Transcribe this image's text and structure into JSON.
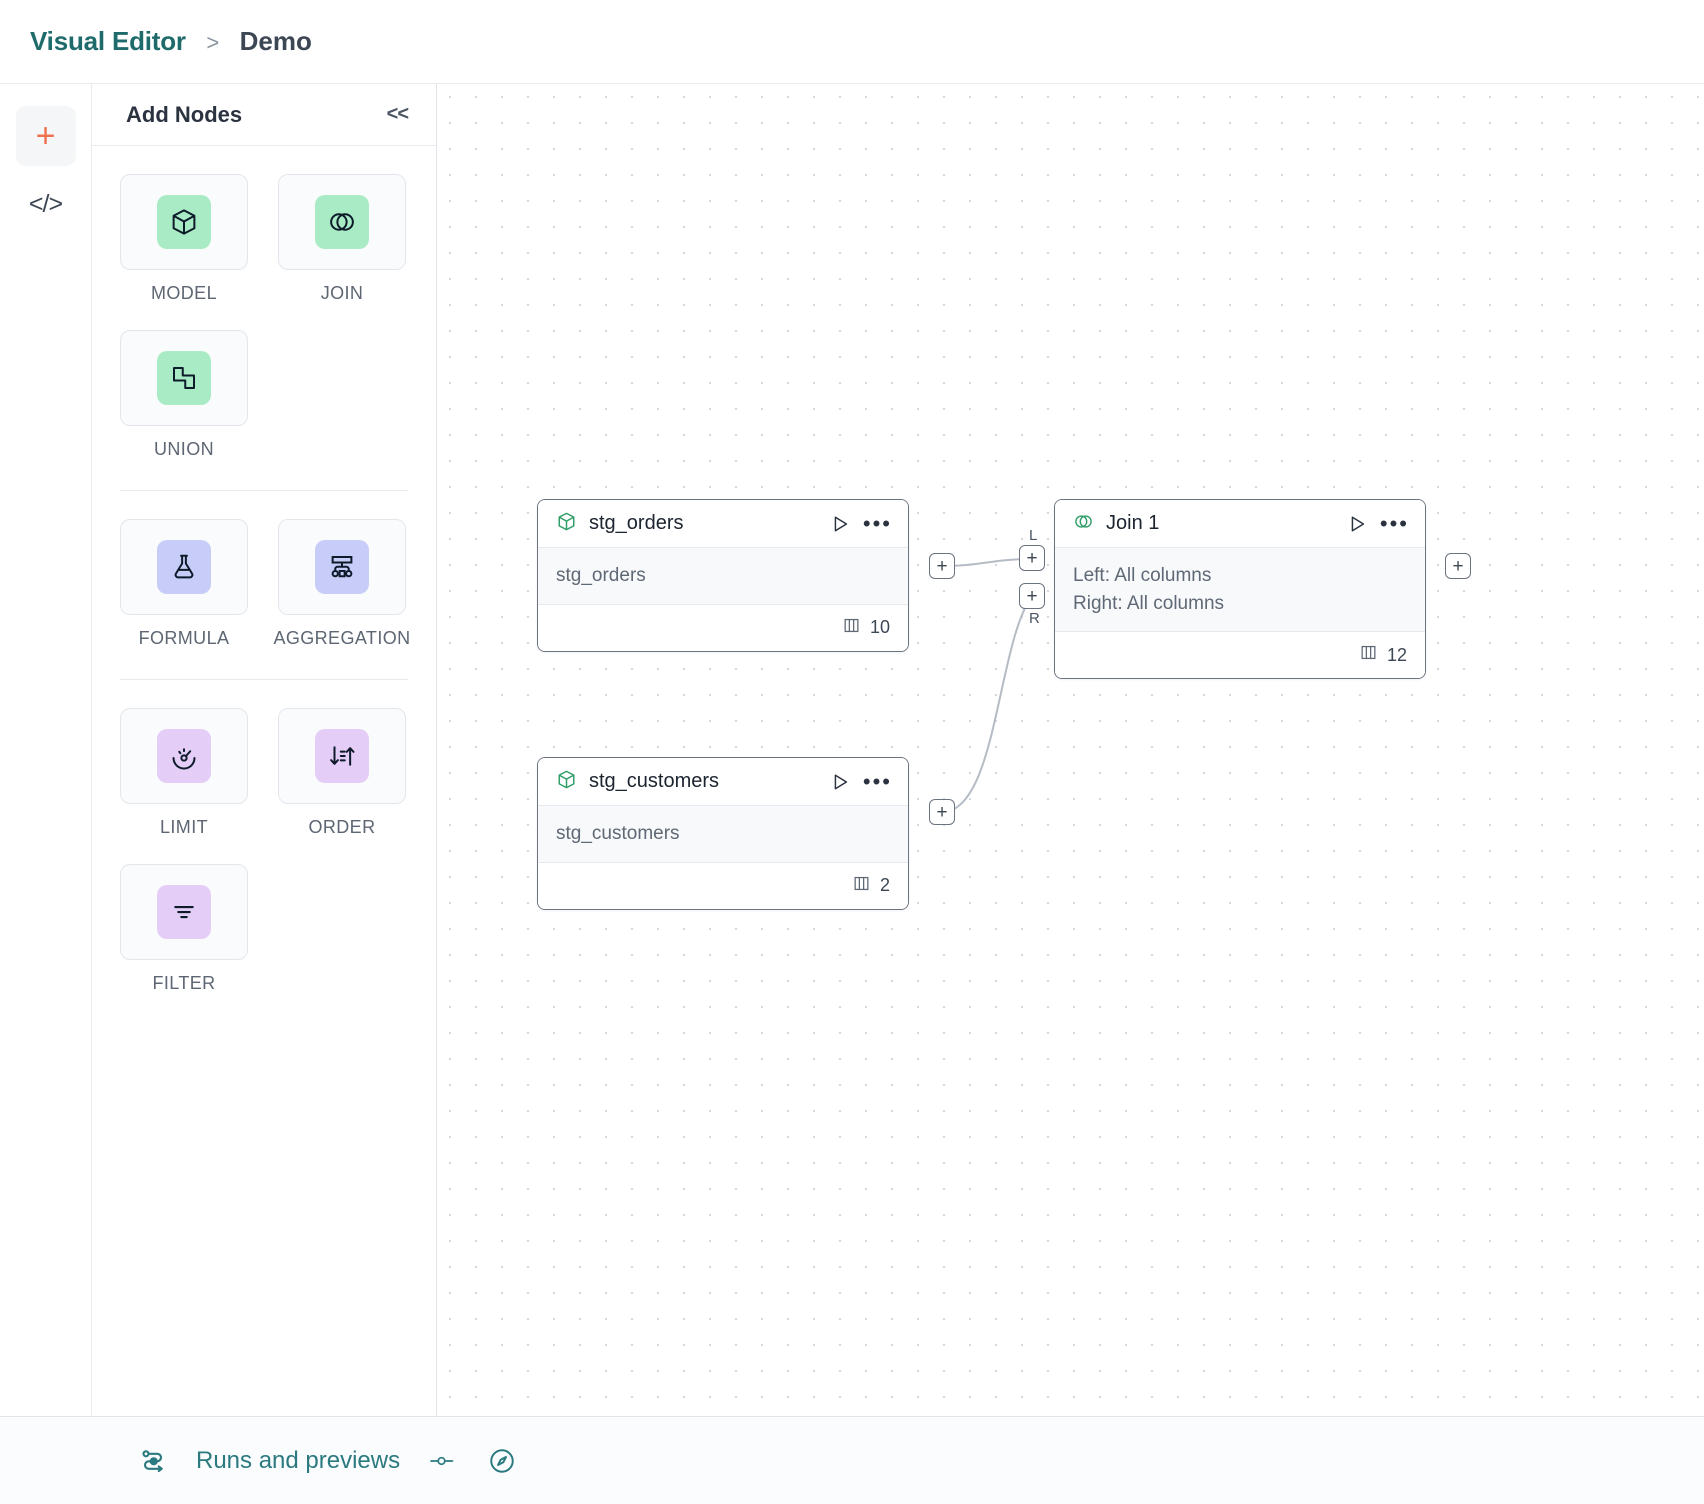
{
  "header": {
    "breadcrumb_root": "Visual Editor",
    "breadcrumb_sep": ">",
    "breadcrumb_leaf": "Demo",
    "accent_color": "#1f6b6b"
  },
  "rail": {
    "add_label": "+",
    "code_label": "</>"
  },
  "palette": {
    "title": "Add Nodes",
    "collapse_label": "<<",
    "groups": [
      {
        "items": [
          {
            "label": "MODEL",
            "icon": "cube-icon",
            "theme": "green"
          },
          {
            "label": "JOIN",
            "icon": "venn-icon",
            "theme": "green"
          },
          {
            "label": "UNION",
            "icon": "union-icon",
            "theme": "green"
          }
        ]
      },
      {
        "items": [
          {
            "label": "FORMULA",
            "icon": "flask-icon",
            "theme": "blue"
          },
          {
            "label": "AGGREGATION",
            "icon": "hierarchy-icon",
            "theme": "blue"
          }
        ]
      },
      {
        "items": [
          {
            "label": "LIMIT",
            "icon": "gauge-icon",
            "theme": "purple"
          },
          {
            "label": "ORDER",
            "icon": "sort-icon",
            "theme": "purple"
          },
          {
            "label": "FILTER",
            "icon": "filter-icon",
            "theme": "purple"
          }
        ]
      }
    ]
  },
  "canvas": {
    "nodes": [
      {
        "id": "stg_orders",
        "title": "stg_orders",
        "icon": "cube-icon",
        "body_lines": [
          "stg_orders"
        ],
        "column_count": "10"
      },
      {
        "id": "stg_customers",
        "title": "stg_customers",
        "icon": "cube-icon",
        "body_lines": [
          "stg_customers"
        ],
        "column_count": "2"
      },
      {
        "id": "join_1",
        "title": "Join 1",
        "icon": "venn-icon",
        "body_lines": [
          "Left: All columns",
          "Right: All columns"
        ],
        "column_count": "12"
      }
    ],
    "handles": {
      "plus": "+",
      "left_tag": "L",
      "right_tag": "R"
    }
  },
  "footer": {
    "runs_label": "Runs and previews",
    "toggle_icon": "toggle-icon",
    "compass_icon": "compass-icon"
  }
}
